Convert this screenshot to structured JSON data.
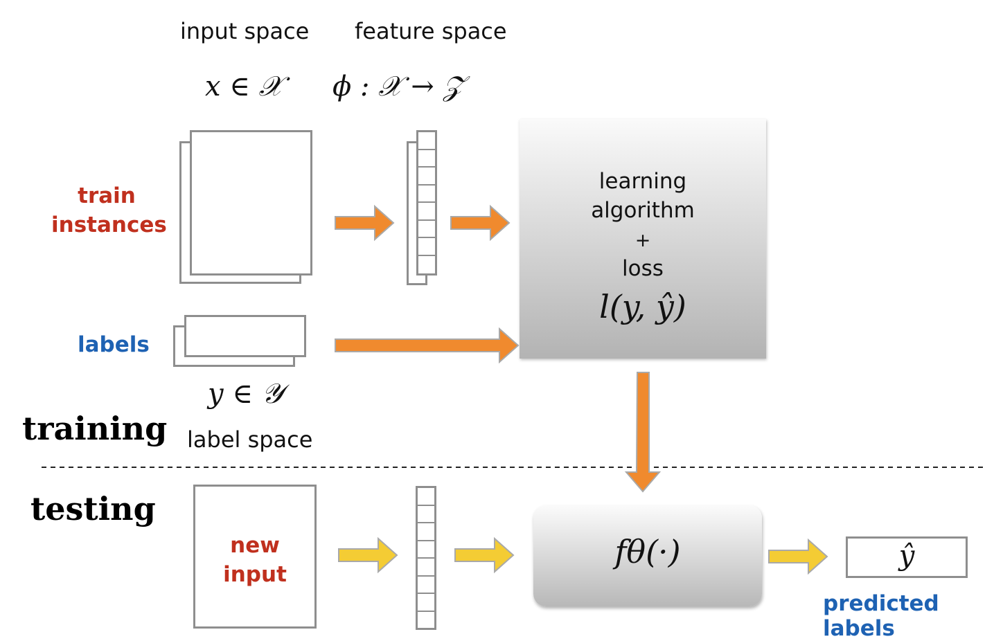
{
  "headers": {
    "input_space": "input space",
    "feature_space": "feature space",
    "label_space": "label space"
  },
  "math": {
    "x_in_X": "x ∈ 𝒳",
    "phi_map": "ϕ : 𝒳 → 𝒵",
    "y_in_Y": "y ∈ 𝒴",
    "loss_fn": "l(y, ŷ)",
    "f_theta": "fθ(·)",
    "y_hat": "ŷ"
  },
  "side_labels": {
    "train_line1": "train",
    "train_line2": "instances",
    "labels": "labels",
    "new_line1": "new",
    "new_line2": "input",
    "predicted": "predicted labels"
  },
  "phases": {
    "training": "training",
    "testing": "testing"
  },
  "algo_box": {
    "line1": "learning",
    "line2": "algorithm",
    "line3": "+",
    "line4": "loss"
  },
  "colors": {
    "train_arrow": "#f08a2e",
    "test_arrow": "#f4cc34",
    "red_text": "#c0301e",
    "blue_text": "#1e62b3",
    "outline": "#8e8e8e"
  }
}
